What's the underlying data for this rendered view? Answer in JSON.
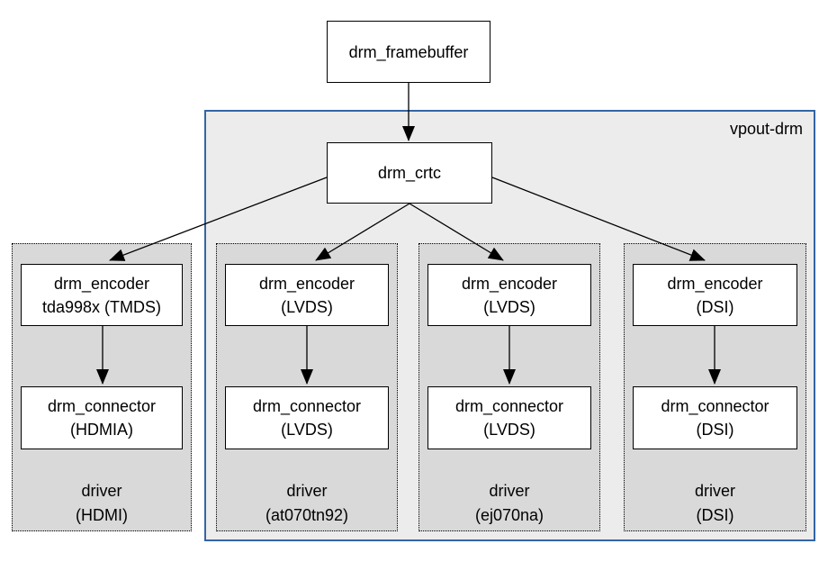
{
  "container": {
    "label": "vpout-drm"
  },
  "nodes": {
    "framebuffer": "drm_framebuffer",
    "crtc": "drm_crtc"
  },
  "groups": [
    {
      "encoder": [
        "drm_encoder",
        "tda998x (TMDS)"
      ],
      "connector": [
        "drm_connector",
        "(HDMIA)"
      ],
      "driver": [
        "driver",
        "(HDMI)"
      ]
    },
    {
      "encoder": [
        "drm_encoder",
        "(LVDS)"
      ],
      "connector": [
        "drm_connector",
        "(LVDS)"
      ],
      "driver": [
        "driver",
        "(at070tn92)"
      ]
    },
    {
      "encoder": [
        "drm_encoder",
        "(LVDS)"
      ],
      "connector": [
        "drm_connector",
        "(LVDS)"
      ],
      "driver": [
        "driver",
        "(ej070na)"
      ]
    },
    {
      "encoder": [
        "drm_encoder",
        "(DSI)"
      ],
      "connector": [
        "drm_connector",
        "(DSI)"
      ],
      "driver": [
        "driver",
        "(DSI)"
      ]
    }
  ],
  "colors": {
    "container_border": "#3465a4",
    "container_fill": "#ececec",
    "group_fill": "#d9d9d9",
    "node_fill": "#ffffff",
    "line": "#000000"
  }
}
